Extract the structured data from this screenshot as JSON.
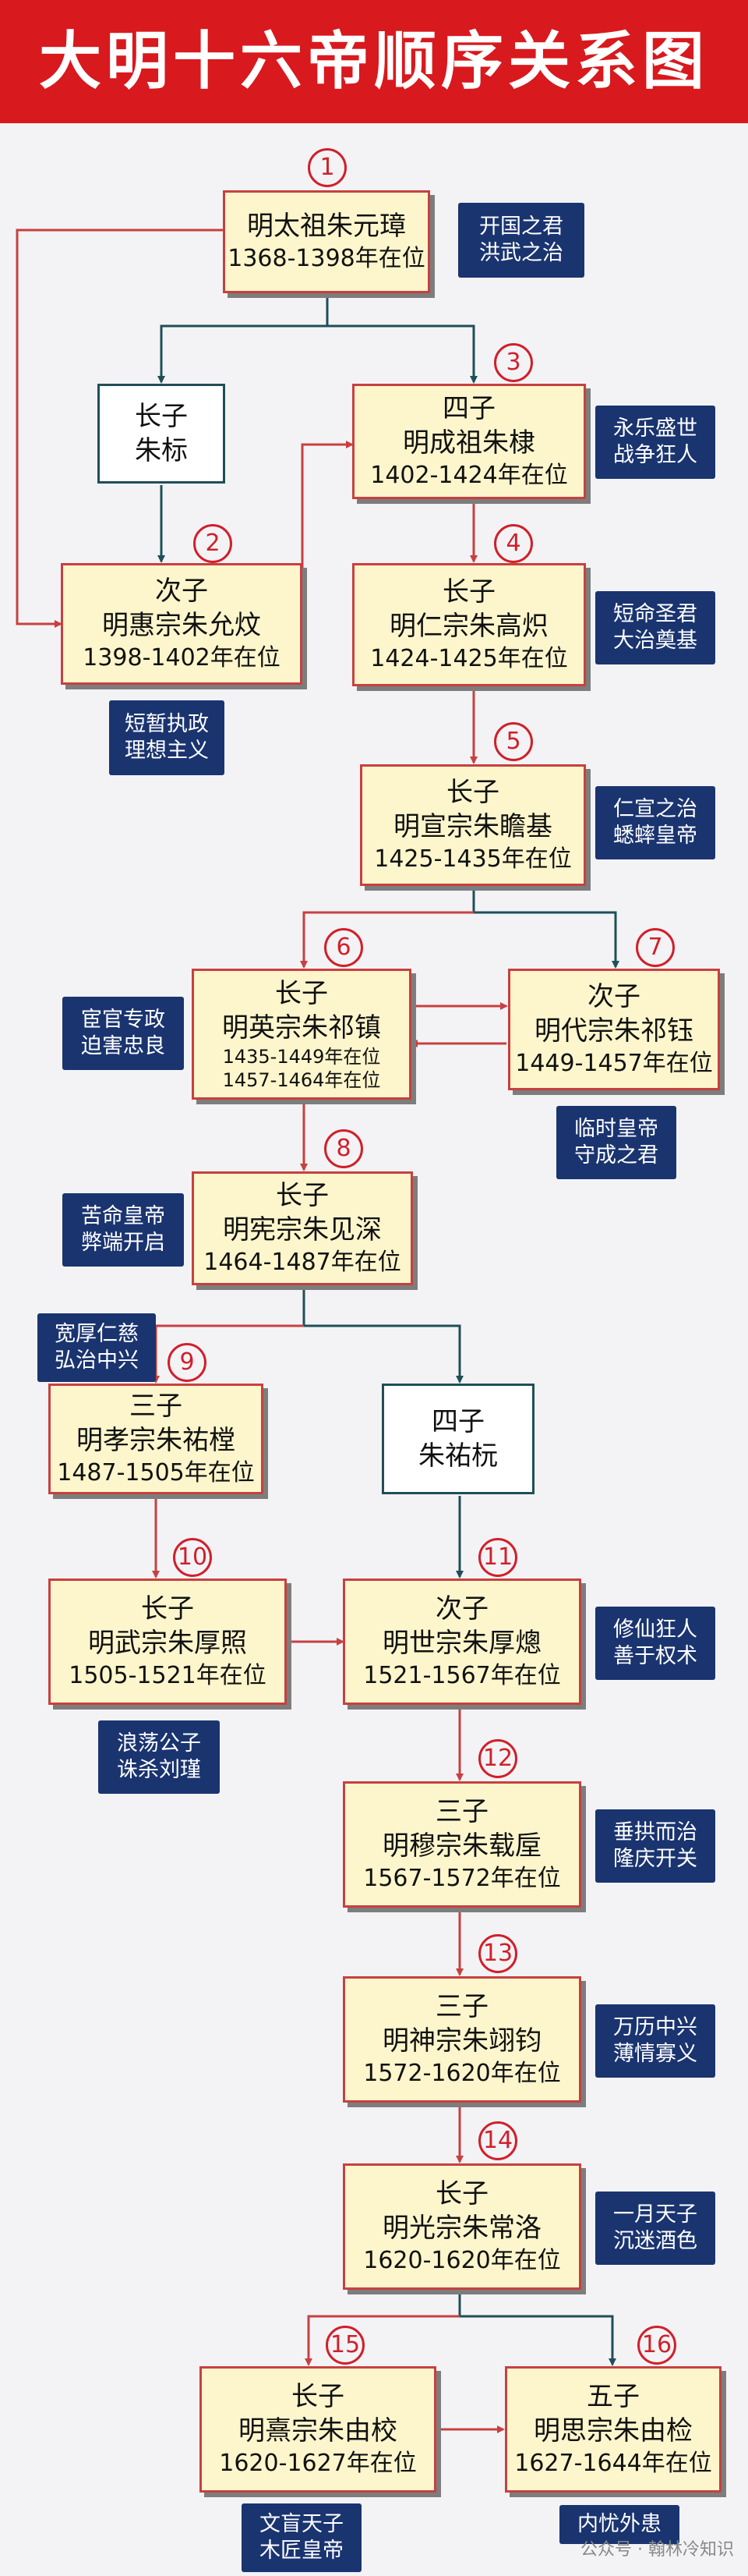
{
  "title": "大明十六帝顺序关系图",
  "footer": "公众号 · 翰林冷知识",
  "nodes": {
    "n1": {
      "num": "1",
      "line1": "明太祖朱元璋",
      "line2": "1368-1398年在位"
    },
    "zb": {
      "line1": "长子",
      "line2": "朱标"
    },
    "n2": {
      "num": "2",
      "line1": "次子",
      "line2": "明惠宗朱允炆",
      "line3": "1398-1402年在位"
    },
    "n3": {
      "num": "3",
      "line1": "四子",
      "line2": "明成祖朱棣",
      "line3": "1402-1424年在位"
    },
    "n4": {
      "num": "4",
      "line1": "长子",
      "line2": "明仁宗朱高炽",
      "line3": "1424-1425年在位"
    },
    "n5": {
      "num": "5",
      "line1": "长子",
      "line2": "明宣宗朱瞻基",
      "line3": "1425-1435年在位"
    },
    "n6": {
      "num": "6",
      "line1": "长子",
      "line2": "明英宗朱祁镇",
      "line3": "1435-1449年在位",
      "line4": "1457-1464年在位"
    },
    "n7": {
      "num": "7",
      "line1": "次子",
      "line2": "明代宗朱祁钰",
      "line3": "1449-1457年在位"
    },
    "n8": {
      "num": "8",
      "line1": "长子",
      "line2": "明宪宗朱见深",
      "line3": "1464-1487年在位"
    },
    "n9": {
      "num": "9",
      "line1": "三子",
      "line2": "明孝宗朱祐樘",
      "line3": "1487-1505年在位"
    },
    "zyy": {
      "line1": "四子",
      "line2": "朱祐杬"
    },
    "n10": {
      "num": "10",
      "line1": "长子",
      "line2": "明武宗朱厚照",
      "line3": "1505-1521年在位"
    },
    "n11": {
      "num": "11",
      "line1": "次子",
      "line2": "明世宗朱厚熜",
      "line3": "1521-1567年在位"
    },
    "n12": {
      "num": "12",
      "line1": "三子",
      "line2": "明穆宗朱载垕",
      "line3": "1567-1572年在位"
    },
    "n13": {
      "num": "13",
      "line1": "三子",
      "line2": "明神宗朱翊钧",
      "line3": "1572-1620年在位"
    },
    "n14": {
      "num": "14",
      "line1": "长子",
      "line2": "明光宗朱常洛",
      "line3": "1620-1620年在位"
    },
    "n15": {
      "num": "15",
      "line1": "长子",
      "line2": "明熹宗朱由校",
      "line3": "1620-1627年在位"
    },
    "n16": {
      "num": "16",
      "line1": "五子",
      "line2": "明思宗朱由检",
      "line3": "1627-1644年在位"
    }
  },
  "tags": {
    "t1": [
      "开国之君",
      "洪武之治"
    ],
    "t2": [
      "短暂执政",
      "理想主义"
    ],
    "t3": [
      "永乐盛世",
      "战争狂人"
    ],
    "t4": [
      "短命圣君",
      "大治奠基"
    ],
    "t5": [
      "仁宣之治",
      "蟋蟀皇帝"
    ],
    "t6": [
      "宦官专政",
      "迫害忠良"
    ],
    "t7": [
      "临时皇帝",
      "守成之君"
    ],
    "t8": [
      "苦命皇帝",
      "弊端开启"
    ],
    "t9": [
      "宽厚仁慈",
      "弘治中兴"
    ],
    "t10": [
      "浪荡公子",
      "诛杀刘瑾"
    ],
    "t11": [
      "修仙狂人",
      "善于权术"
    ],
    "t12": [
      "垂拱而治",
      "隆庆开关"
    ],
    "t13": [
      "万历中兴",
      "薄情寡义"
    ],
    "t14": [
      "一月天子",
      "沉迷酒色"
    ],
    "t15": [
      "文盲天子",
      "木匠皇帝"
    ],
    "t16": [
      "内忧外患"
    ]
  }
}
